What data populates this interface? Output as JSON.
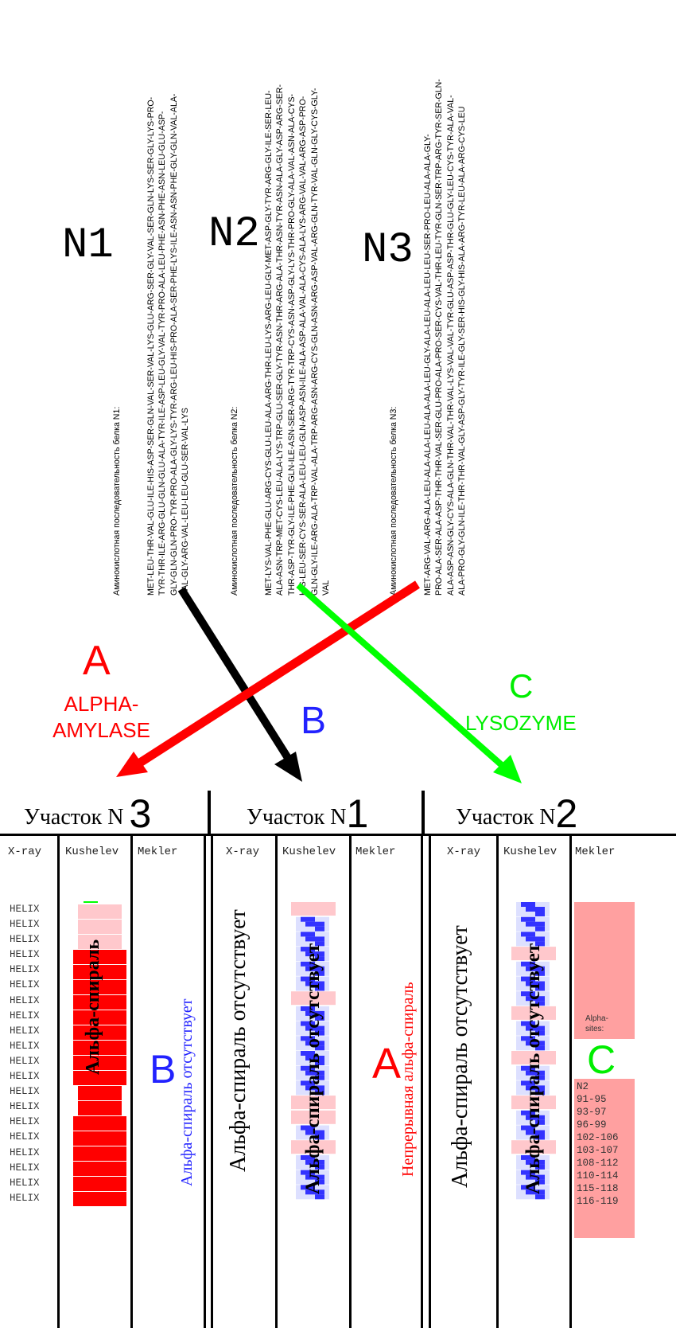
{
  "proteins": [
    {
      "label": "N1",
      "caption": "Аминокислотная последовательность белка N1:",
      "lines": [
        "MET-LEU-THR-VAL-GLU-ILE-HIS-ASP-SER-GLN-VAL-SER-VAL-LYS-GLU-ARG-SER-GLY-VAL-SER-GLN-LYS-SER-GLY-LYS-PRO-",
        "TYR-THR-ILE-ARG-GLU-GLN-GLU-ALA-TYR-ILE-ASP-LEU-GLY-VAL-TYR-PRO-ALA-LEU-PHE-ASN-PHE-ASN-LEU-GLU-ASP-",
        "GLY-GLN-GLN-PRO-TYR-PRO-ALA-GLY-LYS-TYR-ARG-LEU-HIS-PRO-ALA-SER-PHE-LYS-ILE-ASN-ASN-PHE-GLY-GLN-VAL-ALA-",
        "VAL-GLY-ARG-VAL-LEU-LEU-GLU-SER-VAL-LYS"
      ]
    },
    {
      "label": "N2",
      "caption": "Аминокислотная последовательность белка N2:",
      "lines": [
        "MET-LYS-VAL-PHE-GLU-ARG-CYS-GLU-LEU-ALA-ARG-THR-LEU-LYS-ARG-LEU-GLY-MET-ASP-GLY-TYR-ARG-GLY-ILE-SER-LEU-",
        "ALA-ASN-TRP-MET-CYS-LEU-ALA-LYS-TRP-GLU-SER-GLY-TYR-ASN-THR-ARG-ALA-THR-ASN-TYR-ASN-ALA-GLY-ASP-ARG-SER-",
        "THR-ASP-TYR-GLY-ILE-PHE-GLN-ILE-ASN-SER-ARG-TYR-TRP-CYS-ASN-ASP-GLY-LYS-THR-PRO-GLY-ALA-VAL-ASN-ALA-CYS-",
        "HIS-LEU-SER-CYS-SER-ALA-LEU-LEU-GLN-ASP-ASN-ILE-ALA-ASP-ALA-VAL-ALA-CYS-ALA-LYS-ARG-VAL-VAL-ARG-ASP-PRO-",
        "GLN-GLY-ILE-ARG-ALA-TRP-VAL-ALA-TRP-ARG-ASN-ARG-CYS-GLN-ASN-ARG-ASP-VAL-ARG-GLN-TYR-VAL-GLN-GLY-CYS-GLY-",
        "VAL"
      ]
    },
    {
      "label": "N3",
      "caption": "Аминокислотная последовательность белка N3:",
      "lines": [
        "MET-ARG-VAL-ARG-ALA-LEU-ALA-ALA-LEU-ALA-ALA-LEU-GLY-ALA-LEU-ALA-LEU-LEU-SER-PRO-LEU-ALA-ALA-GLY-",
        "PRO-ALA-SER-ALA-ASP-THR-THR-VAL-SER-GLU-PRO-ALA-PRO-SER-CYS-VAL-THR-LEU-TYR-GLN-SER-TRP-ARG-TYR-SER-GLN-",
        "ALA-ASP-ASN-GLY-CYS-ALA-GLN-THR-VAL-THR-VAL-LYS-VAL-VAL-TYR-GLU-ASP-ASP-THR-GLU-GLY-LEU-CYS-TYR-ALA-VAL-",
        "ALA-PRO-GLY-GLN-ILE-THR-THR-VAL-GLY-ASP-GLY-TYR-ILE-GLY-SER-HIS-GLY-HIS-ALA-ARG-TYR-LEU-ALA-ARG-CYS-LEU"
      ]
    }
  ],
  "enzymes": {
    "a": {
      "letter": "A",
      "name1": "ALPHA-",
      "name2": "AMYLASE",
      "color": "#ff0000"
    },
    "b": {
      "letter": "B",
      "color": "#2222ff"
    },
    "c": {
      "letter": "C",
      "name1": "LYSOZYME",
      "color": "#00ee00"
    }
  },
  "sections": [
    {
      "title": "Участок N",
      "num": "3"
    },
    {
      "title": "Участок N",
      "num": "1"
    },
    {
      "title": "Участок N",
      "num": "2"
    }
  ],
  "columns": [
    "X-ray",
    "Kushelev",
    "Mekler"
  ],
  "helix_label": "HELIX",
  "helix_count": 20,
  "texts": {
    "alpha_helix": "Альфа-спираль",
    "absent": "Альфа-спираль отсутствует",
    "continuous": "Непрерывная альфа-спираль",
    "alpha_sites": "Alpha-\nsites:"
  },
  "mekler_sites": [
    "N2",
    "91-95",
    "93-97",
    "96-99",
    "102-106",
    "103-107",
    "108-112",
    "110-114",
    "115-118",
    "116-119"
  ]
}
